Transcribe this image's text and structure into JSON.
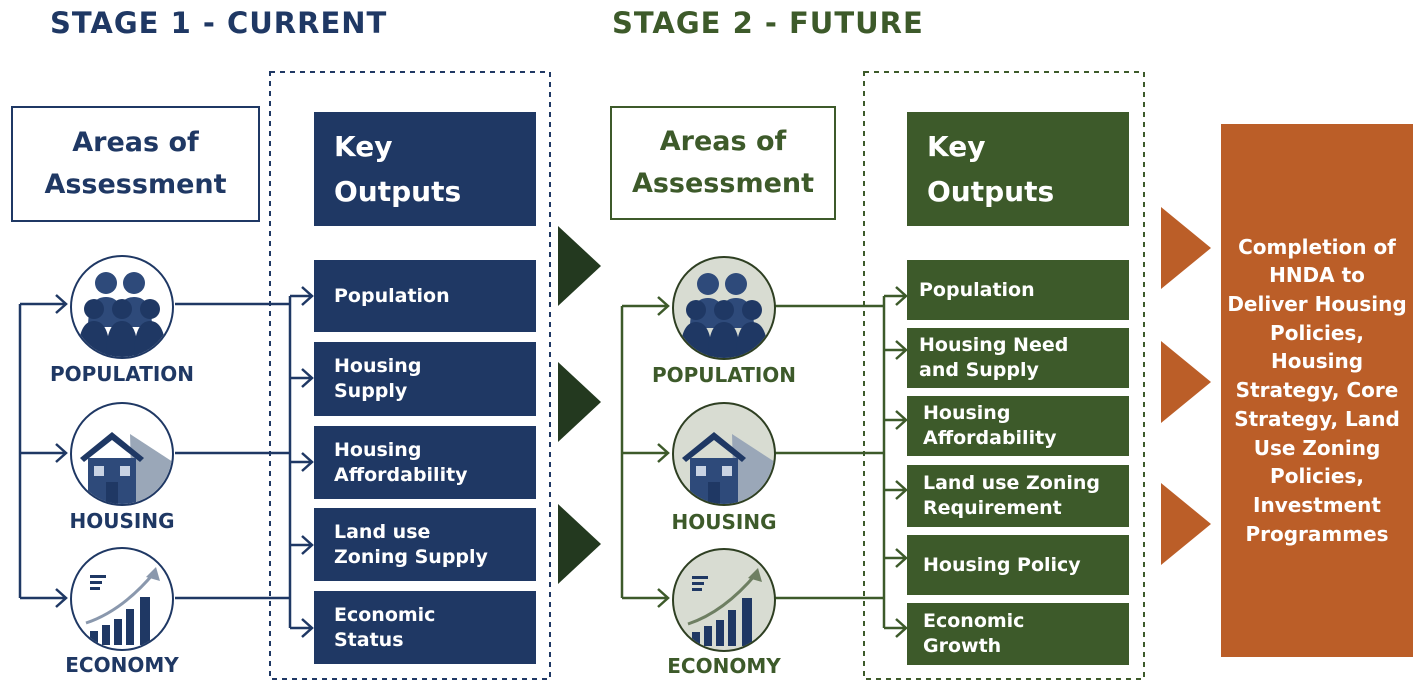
{
  "stage1": {
    "title": "STAGE 1 - CURRENT",
    "areas_heading": "Areas of Assessment",
    "key_outputs_heading": "Key Outputs",
    "areas": [
      {
        "label": "POPULATION",
        "icon": "population-icon"
      },
      {
        "label": "HOUSING",
        "icon": "house-icon"
      },
      {
        "label": "ECONOMY",
        "icon": "economy-growth-icon"
      }
    ],
    "outputs": [
      "Population",
      "Housing Supply",
      "Housing Affordability",
      "Land use Zoning Supply",
      "Economic Status"
    ]
  },
  "stage2": {
    "title": "STAGE 2 - FUTURE",
    "areas_heading": "Areas of Assessment",
    "key_outputs_heading": "Key Outputs",
    "areas": [
      {
        "label": "POPULATION",
        "icon": "population-icon"
      },
      {
        "label": "HOUSING",
        "icon": "house-icon"
      },
      {
        "label": "ECONOMY",
        "icon": "economy-growth-icon"
      }
    ],
    "outputs": [
      "Population",
      "Housing Need and Supply",
      "Housing Affordability",
      "Land use Zoning Requirement",
      "Housing Policy",
      "Economic Growth"
    ]
  },
  "final_outcome": "Completion of HNDA to Deliver Housing Policies, Housing Strategy, Core Strategy, Land Use Zoning Policies, Investment Programmes",
  "colors": {
    "navy": "#1f3864",
    "green": "#3d5a2a",
    "orange": "#bb5e28",
    "dark_green_arrow": "#23391f"
  }
}
